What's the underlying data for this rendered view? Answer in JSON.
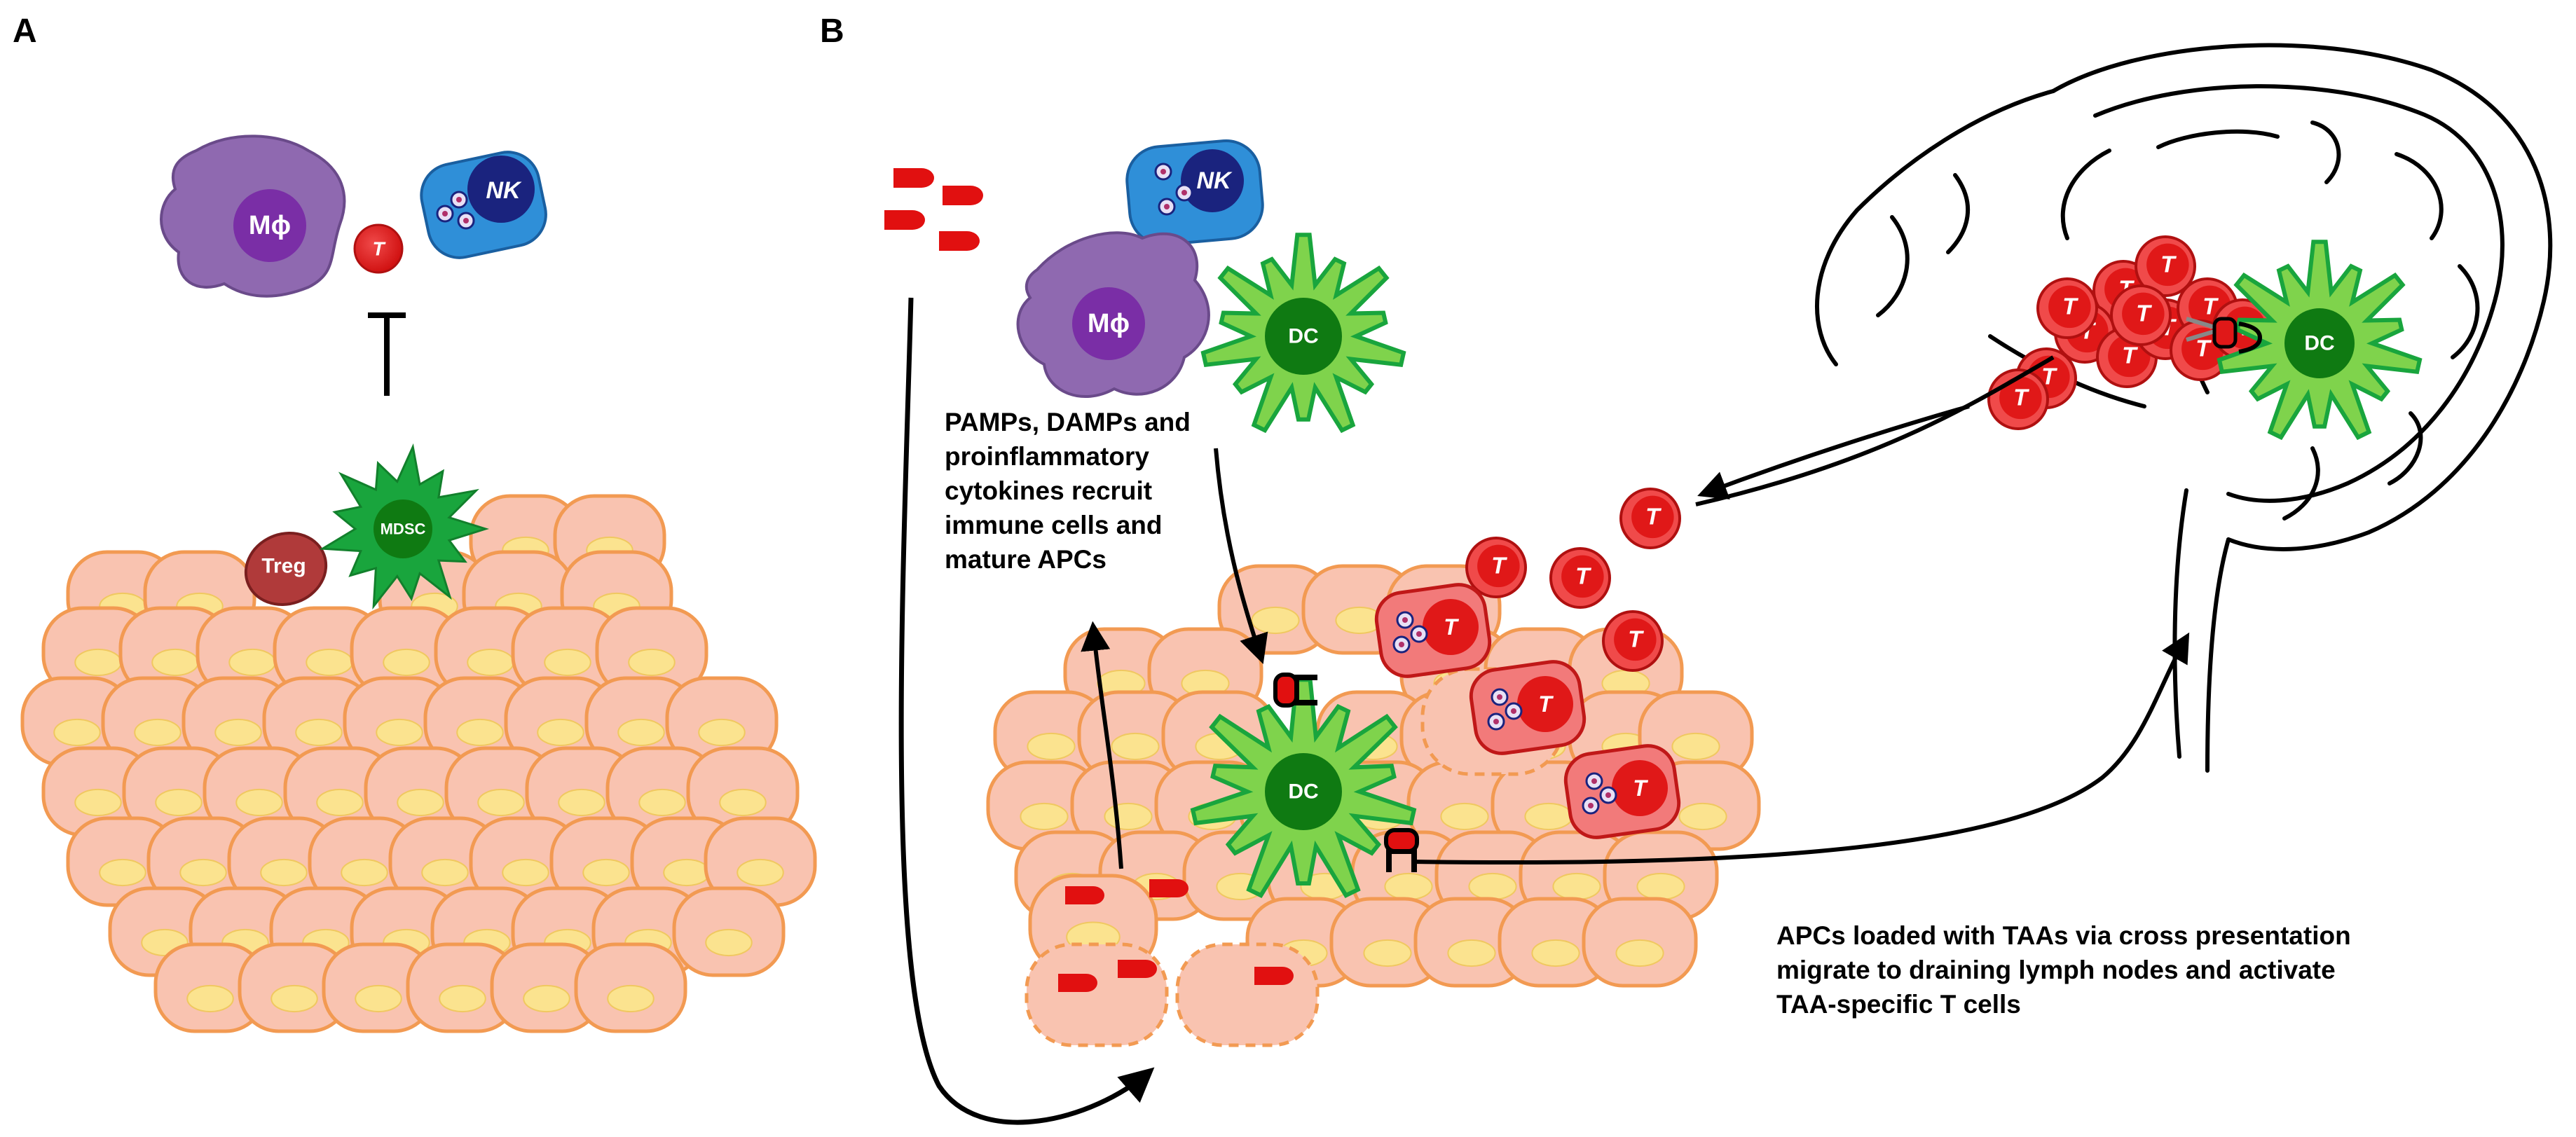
{
  "panels": {
    "a": "A",
    "b": "B"
  },
  "labels": {
    "macrophage": "Mϕ",
    "nk": "NK",
    "t": "T",
    "mdsc": "MDSC",
    "treg": "Treg",
    "dc": "DC"
  },
  "captions": {
    "recruit": [
      "PAMPs, DAMPs and",
      "proinflammatory",
      "cytokines recruit",
      "immune cells and",
      "mature APCs"
    ],
    "migrate": [
      "APCs loaded with TAAs via cross presentation",
      "migrate to draining lymph nodes and activate",
      "TAA-specific T cells"
    ]
  },
  "colors": {
    "tumor_cell_fill": "#f9c3b0",
    "tumor_cell_stroke": "#f29a52",
    "nucleus": "#fbe38f",
    "macrophage": "#8f69b0",
    "macrophage_nucleus": "#7a2ea6",
    "nk": "#2f8fd8",
    "nk_nucleus": "#1a237e",
    "t_cell": "#e01818",
    "t_cell_light": "#f04a4a",
    "mdsc": "#19a53d",
    "dc_light": "#7fd34c",
    "dc_nucleus": "#0f7a12",
    "treg": "#b03a3a",
    "antigen": "#e11010"
  },
  "icons": {
    "inhibition": "inhibition-bar-icon",
    "arrows": "arrow-icon",
    "antigens": "antigen-fragment-icon",
    "lymph_node": "lymph-node-outline"
  }
}
